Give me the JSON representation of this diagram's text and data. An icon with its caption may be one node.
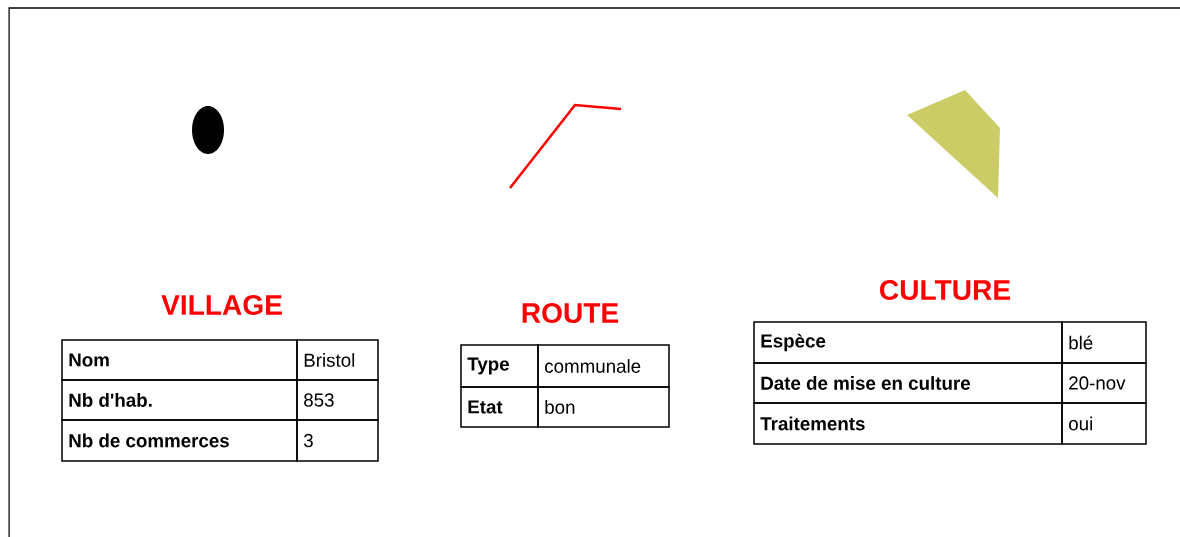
{
  "diagram": {
    "labels": [
      "VILLAGE",
      "Nom",
      "Bristol",
      "Nb d'hab.",
      "853",
      "Nb de commerces",
      "3",
      "ROUTE",
      "Type",
      "communale",
      "Etat",
      "bon",
      "CULTURE",
      "Espèce",
      "blé",
      "Date de mise en culture",
      "20-nov",
      "Traitements",
      "oui"
    ]
  }
}
